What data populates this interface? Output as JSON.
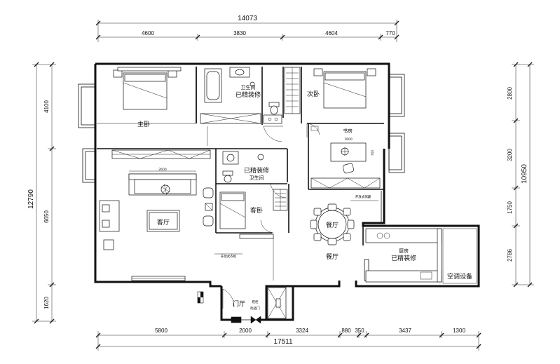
{
  "dimensions": {
    "top_total": "14073",
    "top_segments": [
      "4600",
      "3830",
      "4604",
      "770"
    ],
    "bottom_total": "17511",
    "bottom_segments": [
      "5800",
      "2000",
      "3324",
      "880",
      "350",
      "3437",
      "1300"
    ],
    "left_total": "12790",
    "left_segments": [
      "4100",
      "6650",
      "1620"
    ],
    "right_total": "10950",
    "right_segments": [
      "2800",
      "3200",
      "1750",
      "2786"
    ]
  },
  "rooms": {
    "master_bedroom": "主卧",
    "bathroom_top": "卫生间",
    "bathroom_top_note": "已精装修",
    "second_bedroom": "次卧",
    "study": "书房",
    "bathroom_mid": "卫生间",
    "bathroom_mid_note": "已精装修",
    "living_room": "客厅",
    "guest_room": "客卧",
    "dining_room_a": "餐厅",
    "dining_room_b": "餐厅",
    "kitchen": "厨房",
    "kitchen_note": "已精装修",
    "ac_equipment": "空调设备",
    "foyer": "门厅"
  },
  "annotations": {
    "open_shelf_living": "开放式衣柜",
    "open_shelf_dining": "开放式储藏",
    "shoe_cabinet": "鞋柜",
    "entry_door": "防盗门",
    "desk_width": "1600",
    "desk_depth": "700",
    "sofa_width": "2600"
  }
}
